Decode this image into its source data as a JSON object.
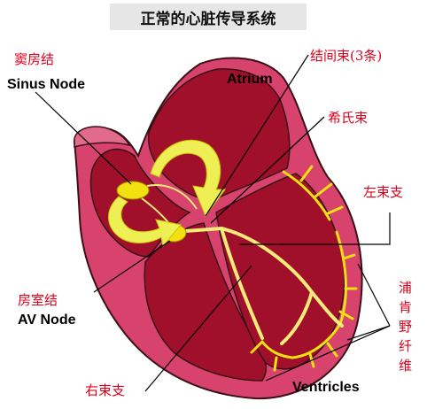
{
  "title": "正常的心脏传导系统",
  "labels": {
    "sinus_node_cn": "窦房结",
    "sinus_node_en": "Sinus Node",
    "atrium_en": "Atrium",
    "internodal_cn": "结间束(3条)",
    "his_bundle_cn": "希氏束",
    "left_bundle_cn": "左束支",
    "av_node_cn": "房室结",
    "av_node_en": "AV Node",
    "purkinje_cn_1": "浦",
    "purkinje_cn_2": "肯",
    "purkinje_cn_3": "野",
    "purkinje_cn_4": "纤",
    "purkinje_cn_5": "维",
    "right_bundle_cn": "右束支",
    "ventricles_en": "Ventricles"
  },
  "colors": {
    "heart_outer": "#d8436d",
    "heart_outline": "#3a1018",
    "chamber": "#a0102a",
    "purkinje": "#f2e010",
    "conduction": "#f5ea7a",
    "arrow": "#eeee55",
    "label_red": "#e0001b"
  }
}
